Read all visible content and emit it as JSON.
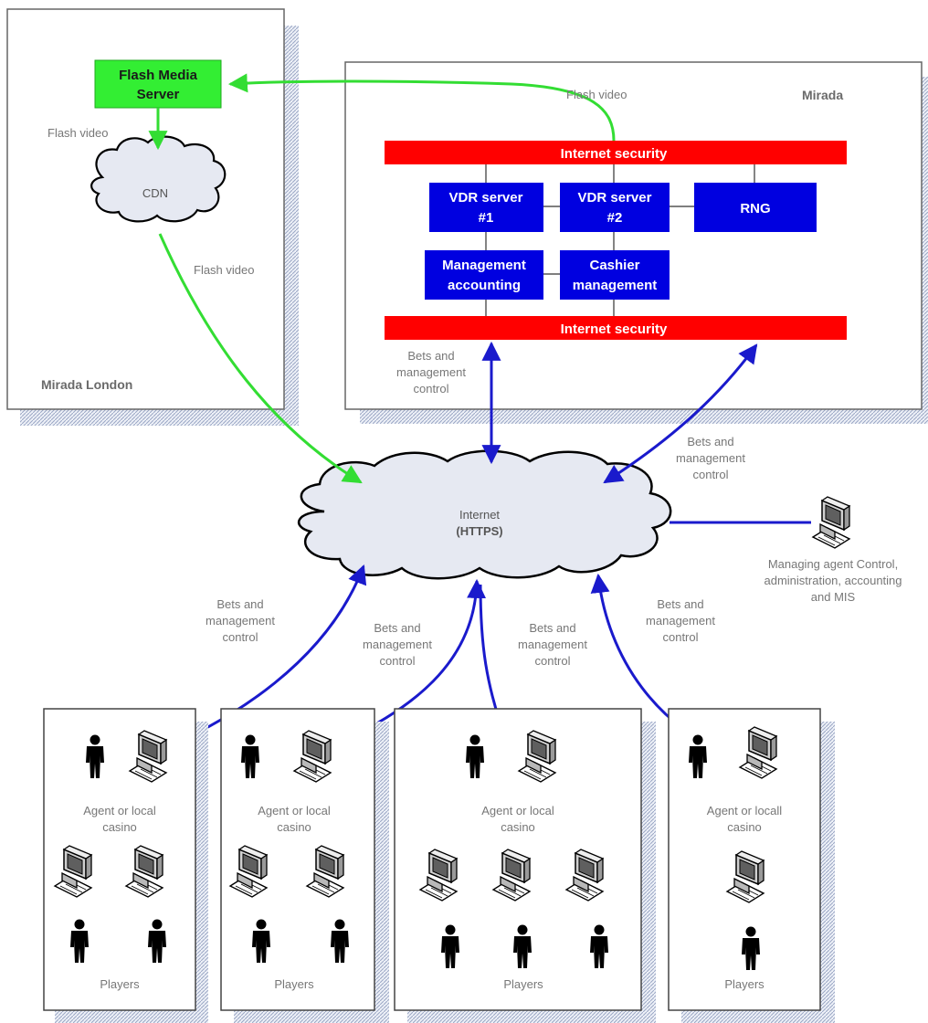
{
  "colors": {
    "security_bar": "#ff0000",
    "server_box": "#0000e0",
    "flash_server": "#33ee33",
    "green_arrow": "#33dd33",
    "blue_arrow": "#1a1acc",
    "cloud_fill": "#e6e9f2"
  },
  "london": {
    "title": "Mirada London",
    "flash_server": [
      "Flash Media",
      "Server"
    ],
    "cdn": "CDN",
    "flash_video_1": "Flash video",
    "flash_video_2": "Flash video"
  },
  "mirada": {
    "title": "Mirada",
    "flash_video": "Flash video",
    "security_top": "Internet security",
    "security_bottom": "Internet security",
    "vdr1": [
      "VDR server",
      "#1"
    ],
    "vdr2": [
      "VDR server",
      "#2"
    ],
    "rng": "RNG",
    "mgmt_accounting": [
      "Management",
      "accounting"
    ],
    "cashier": [
      "Cashier",
      "management"
    ]
  },
  "internet": [
    "Internet",
    "(HTTPS)"
  ],
  "bets_label": [
    "Bets and",
    "management",
    "control"
  ],
  "managing_agent": [
    "Managing agent Control,",
    "administration, accounting",
    "and MIS"
  ],
  "casinos": [
    {
      "label": [
        "Agent or local",
        "casino"
      ],
      "players": "Players"
    },
    {
      "label": [
        "Agent or local",
        "casino"
      ],
      "players": "Players"
    },
    {
      "label": [
        "Agent or local",
        "casino"
      ],
      "players": "Players"
    },
    {
      "label": [
        "Agent or locall",
        "casino"
      ],
      "players": "Players"
    }
  ],
  "icons": {
    "person": "person-icon",
    "computer": "computer-icon",
    "cloud": "cloud-shape"
  }
}
